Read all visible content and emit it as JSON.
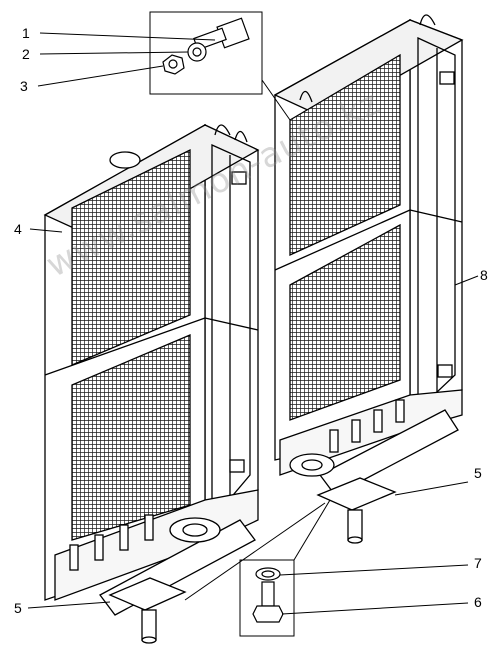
{
  "figure": {
    "callouts": [
      {
        "id": "1",
        "text": "1"
      },
      {
        "id": "2",
        "text": "2"
      },
      {
        "id": "3",
        "text": "3"
      },
      {
        "id": "4",
        "text": "4"
      },
      {
        "id": "8",
        "text": "8"
      },
      {
        "id": "5a",
        "text": "5"
      },
      {
        "id": "5b",
        "text": "5"
      },
      {
        "id": "7",
        "text": "7"
      },
      {
        "id": "6",
        "text": "6"
      }
    ],
    "watermark": "www.salmon-auto.kz",
    "colors": {
      "line": "#000000",
      "mesh": "#1a1a1a",
      "paper": "#ffffff",
      "watermark": "#8c8c8c"
    }
  }
}
